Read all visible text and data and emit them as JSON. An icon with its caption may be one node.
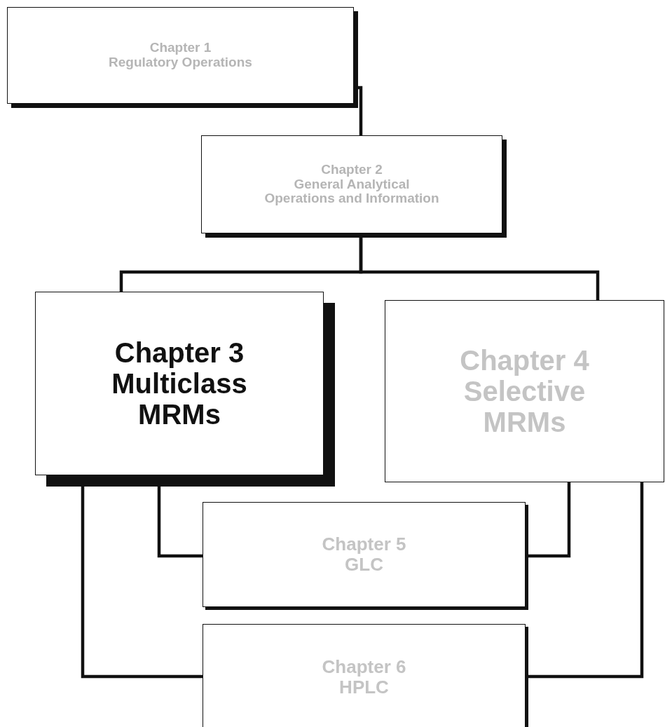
{
  "diagram": {
    "nodes": [
      {
        "text": [
          "Chapter 1",
          "Regulatory Operations"
        ]
      },
      {
        "text": [
          "Chapter 2",
          "General Analytical Operations and Information"
        ]
      },
      {
        "text": [
          "Chapter 3",
          "Multiclass MRMs"
        ]
      },
      {
        "text": [
          "Chapter 4",
          "Selective MRMs"
        ]
      },
      {
        "text": [
          "Chapter 5",
          "GLC"
        ]
      },
      {
        "text": [
          "Chapter 6",
          "HPLC"
        ]
      }
    ],
    "edges": [
      {
        "from": 0,
        "to": 1,
        "arrow": "none"
      },
      {
        "from": 1,
        "to": 2,
        "arrow": "none"
      },
      {
        "from": 1,
        "to": 3,
        "arrow": "none"
      },
      {
        "from": 2,
        "to": 4,
        "arrow": "none"
      },
      {
        "from": 3,
        "to": 4,
        "arrow": "none"
      },
      {
        "from": 2,
        "to": 5,
        "arrow": "none"
      },
      {
        "from": 3,
        "to": 5,
        "arrow": "none"
      }
    ]
  }
}
